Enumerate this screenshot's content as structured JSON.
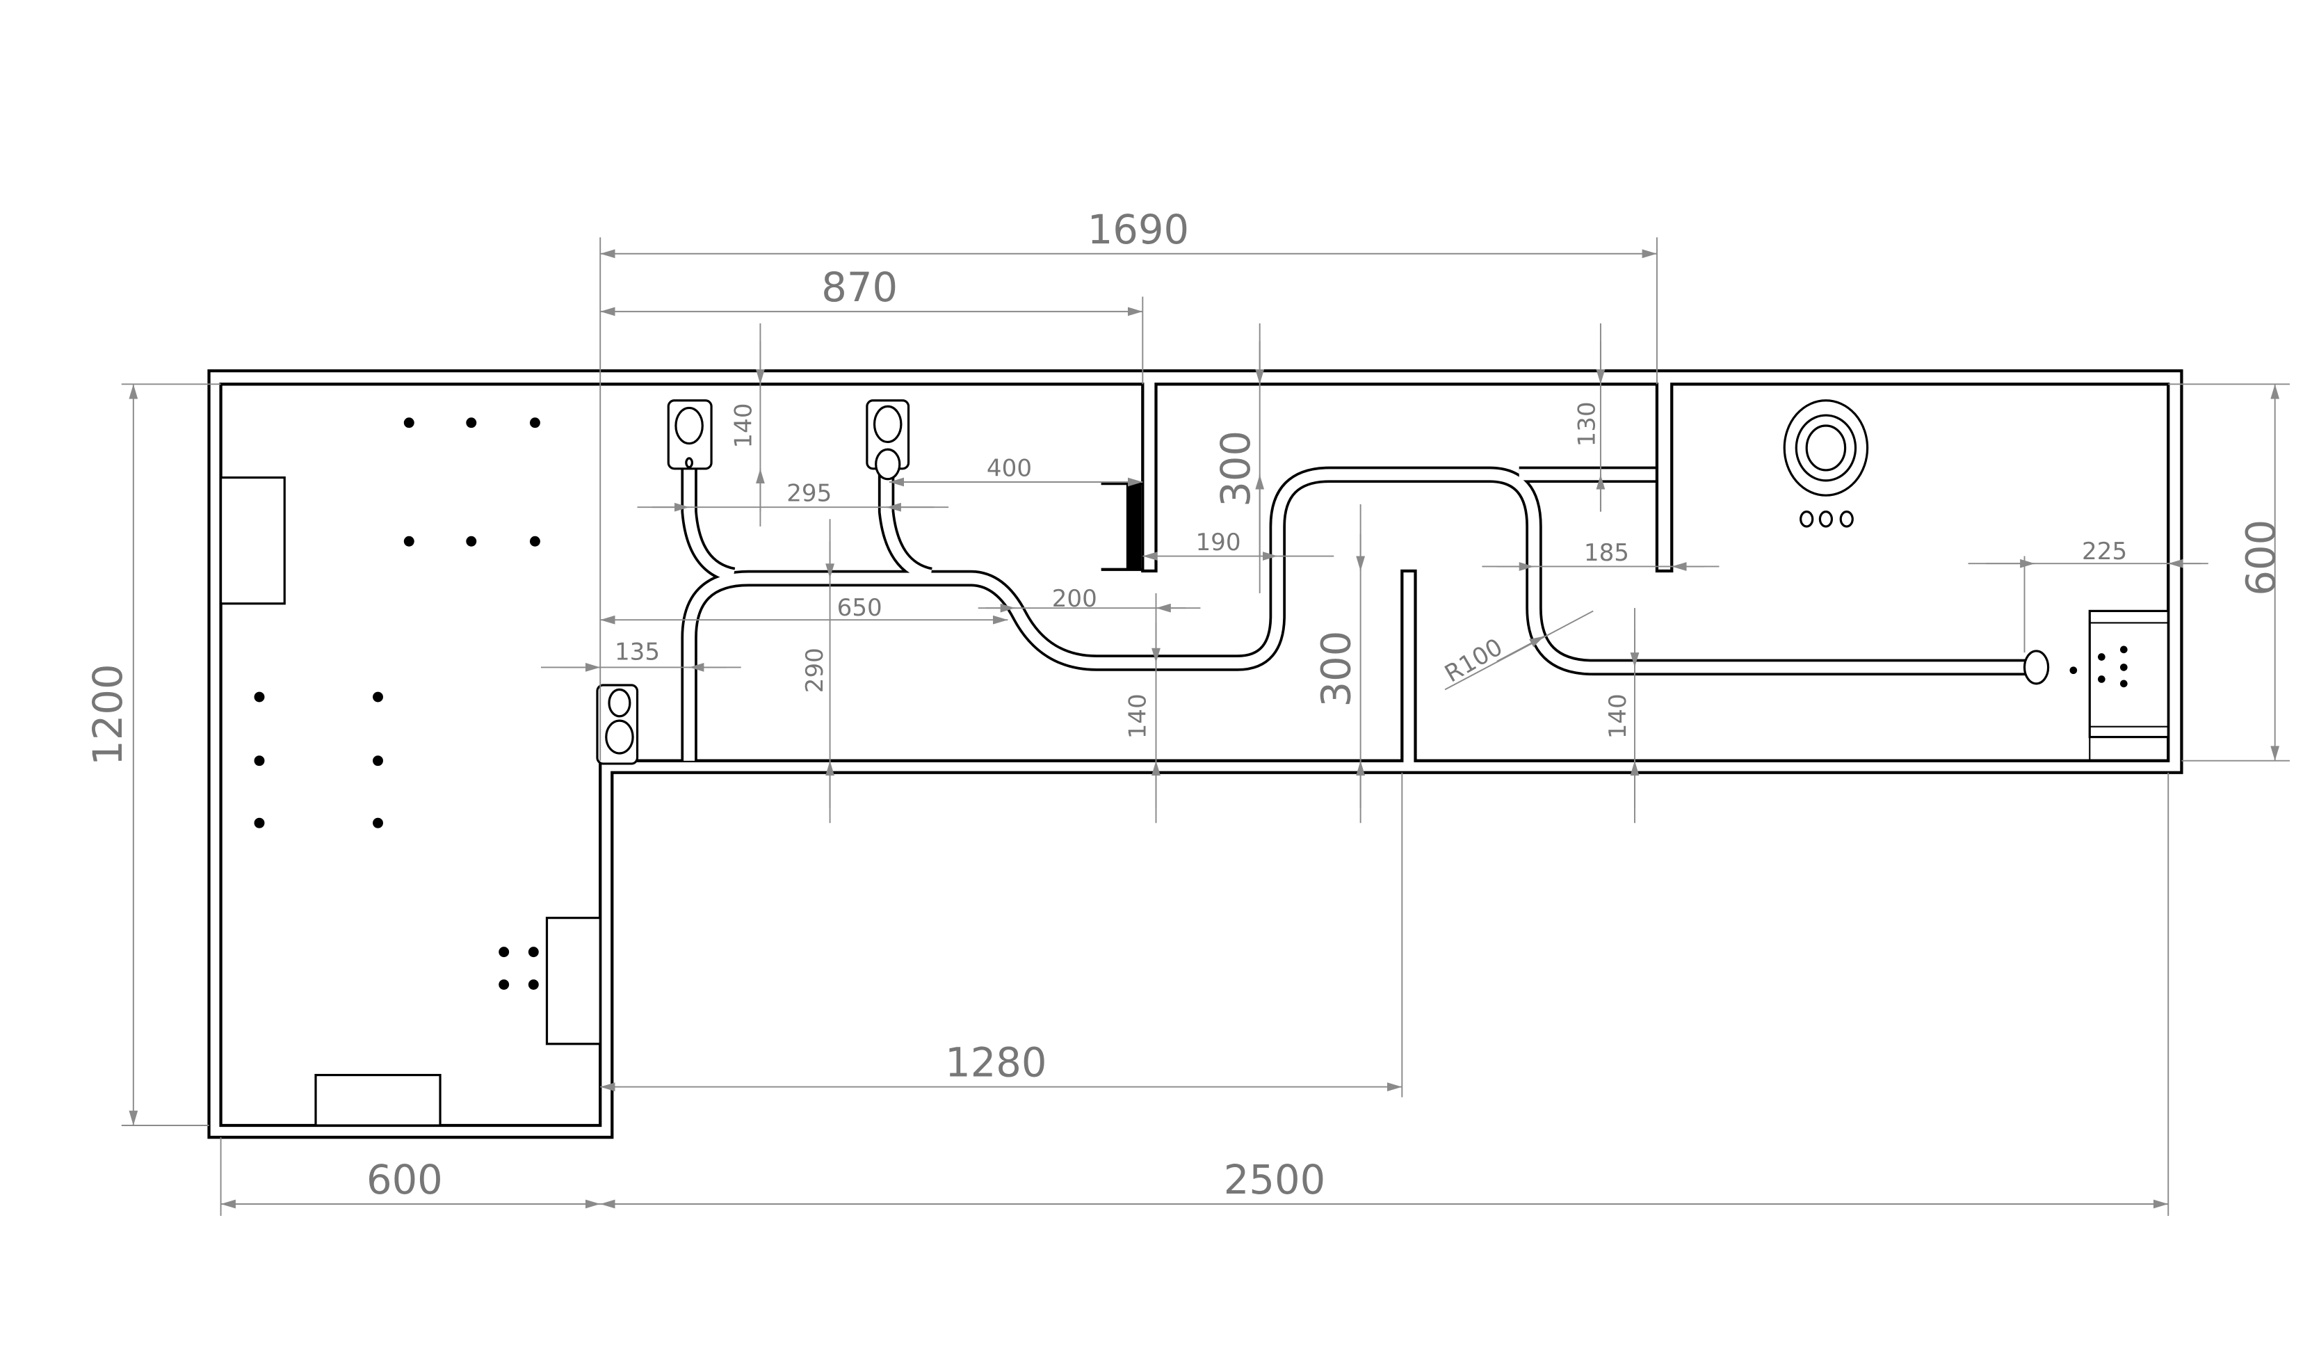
{
  "drawing": {
    "dimensions": {
      "overall_top": "1690",
      "top_870": "870",
      "height_left": "1200",
      "height_right": "600",
      "bottom_left": "600",
      "bottom_right": "2500",
      "span_1280": "1280",
      "gap_300_top": "300",
      "gap_300_mid": "300",
      "d140_top": "140",
      "d295": "295",
      "d400": "400",
      "d190": "190",
      "d650": "650",
      "d200": "200",
      "d135": "135",
      "d290": "290",
      "d140_mid": "140",
      "d130": "130",
      "d185": "185",
      "d225": "225",
      "d140_right": "140",
      "radius": "R100"
    },
    "colors": {
      "line": "#000000",
      "dimension": "#8a8a8a"
    }
  }
}
